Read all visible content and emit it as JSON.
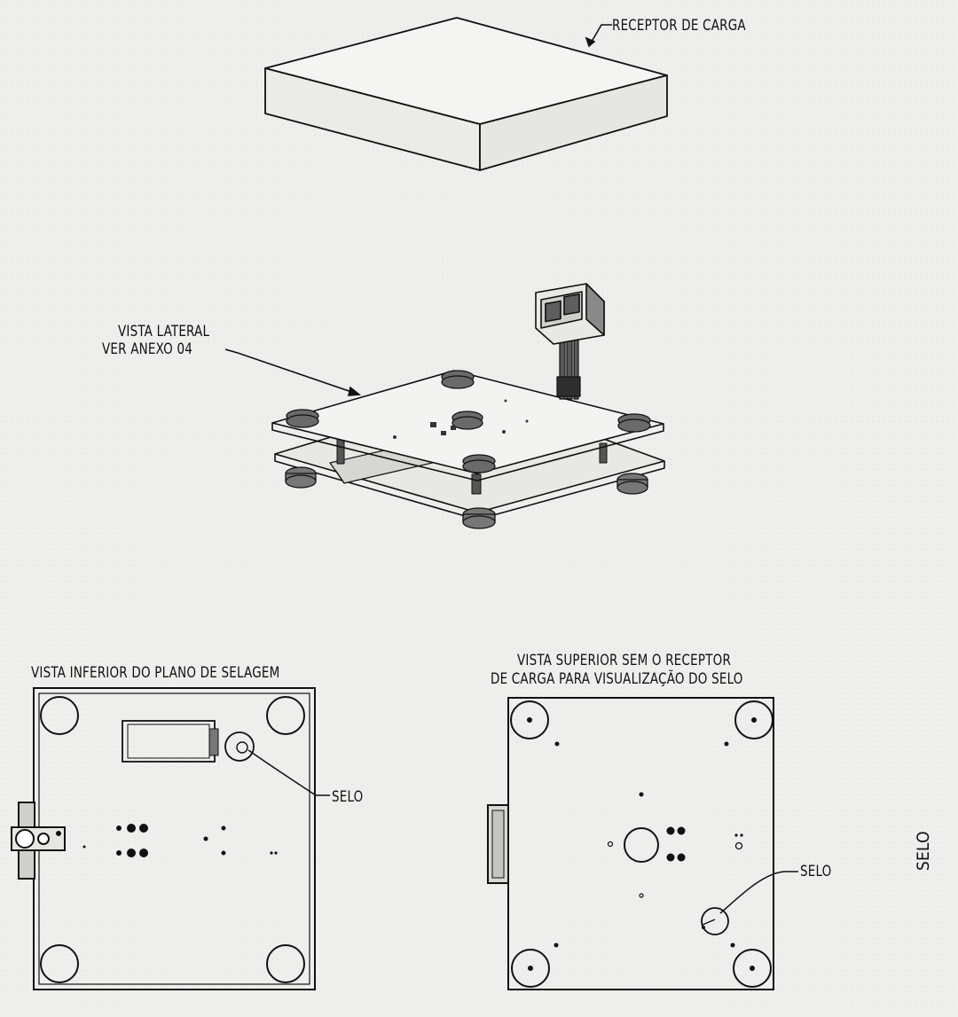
{
  "labels": {
    "receptor_carga": "RECEPTOR DE CARGA",
    "vista_lateral_line1": "VISTA LATERAL",
    "vista_lateral_line2": "VER ANEXO 04",
    "vista_inferior_title": "VISTA INFERIOR DO PLANO DE SELAGEM",
    "vista_superior_line1": "VISTA SUPERIOR SEM O RECEPTOR",
    "vista_superior_line2": "DE CARGA PARA VISUALIZAÇÃO DO SELO",
    "selo_inferior": "SELO",
    "selo_superior": "SELO",
    "selo_side": "SELO"
  }
}
